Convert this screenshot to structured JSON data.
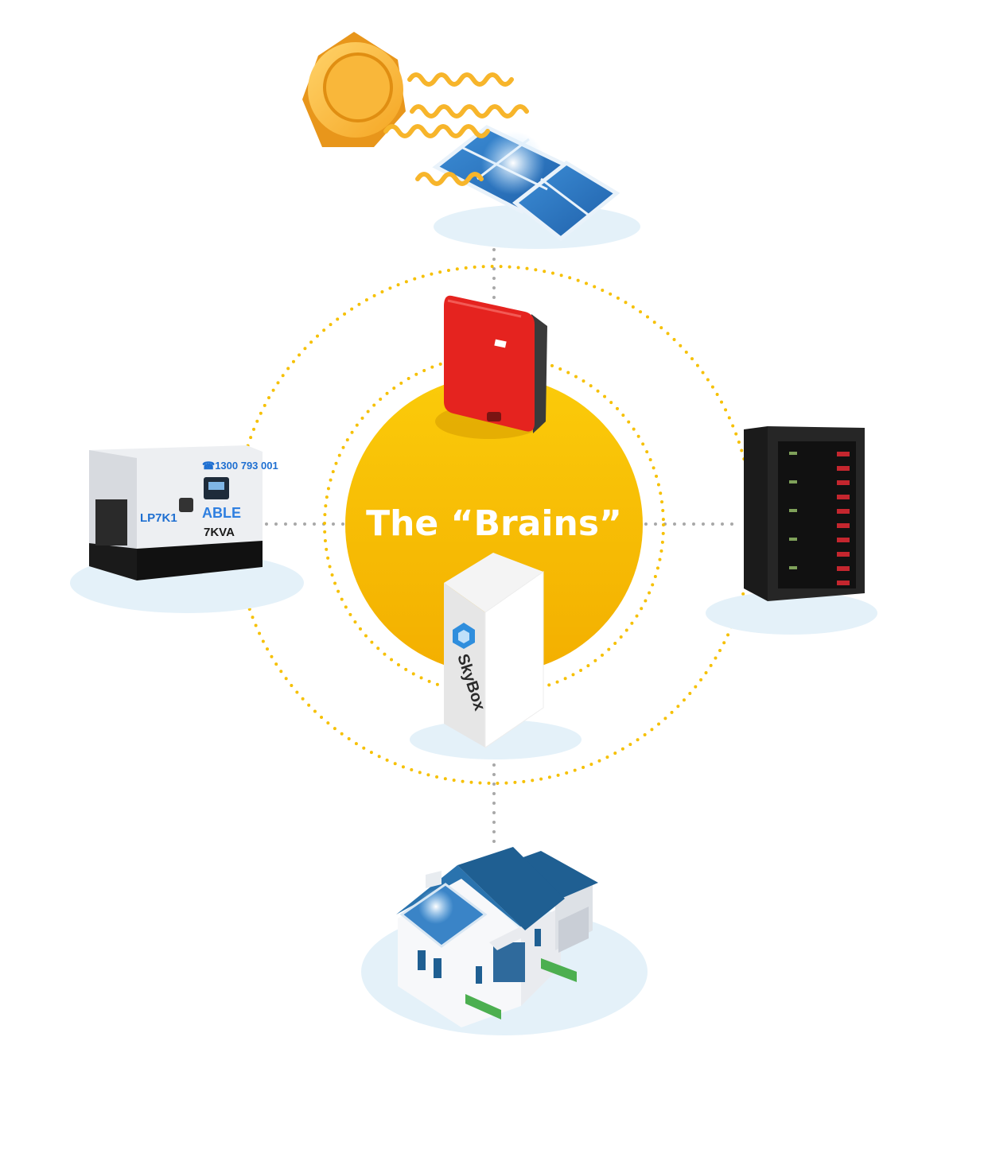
{
  "center": {
    "title": "The “Brains”",
    "color": "#F6C000"
  },
  "colors": {
    "ring": "#F6C000",
    "connector": "#A8A8A8",
    "shadow": "#E4F1F9",
    "solar_blue": "#2F7FC8",
    "inverter_red": "#E5231F",
    "house_roof": "#1F5F92"
  },
  "icons": {
    "solar": "sun-and-solar-panel-icon",
    "inverter": "inverter-icon",
    "generator": "generator-icon",
    "battery": "battery-rack-icon",
    "controller": "skybox-icon",
    "house": "house-icon"
  },
  "generator": {
    "phone": "☎1300 793 001",
    "model": "LP7K1",
    "brand": "ABLE",
    "rating": "7KVA"
  },
  "skybox": {
    "brand": "SkyBox"
  }
}
